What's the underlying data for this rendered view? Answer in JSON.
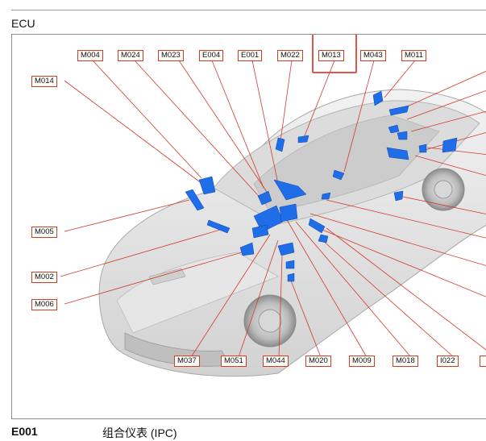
{
  "page": {
    "title": "ECU"
  },
  "highlight": {
    "color": "#e2554f",
    "target": "M013"
  },
  "connector_style": {
    "border_color": "#d23a2a",
    "component_color": "#1f6ee8",
    "leader_color": "#d23a2a"
  },
  "connectors": {
    "top": [
      "M004",
      "M024",
      "M023",
      "E004",
      "E001",
      "M022",
      "M013",
      "M043",
      "M011"
    ],
    "left": [
      "M014",
      "M005",
      "M002",
      "M006"
    ],
    "bottom": [
      "M037",
      "M051",
      "M044",
      "M020",
      "M009",
      "M018",
      "I022"
    ]
  },
  "footer": {
    "code": "E001",
    "description": "组合仪表 (IPC)"
  }
}
